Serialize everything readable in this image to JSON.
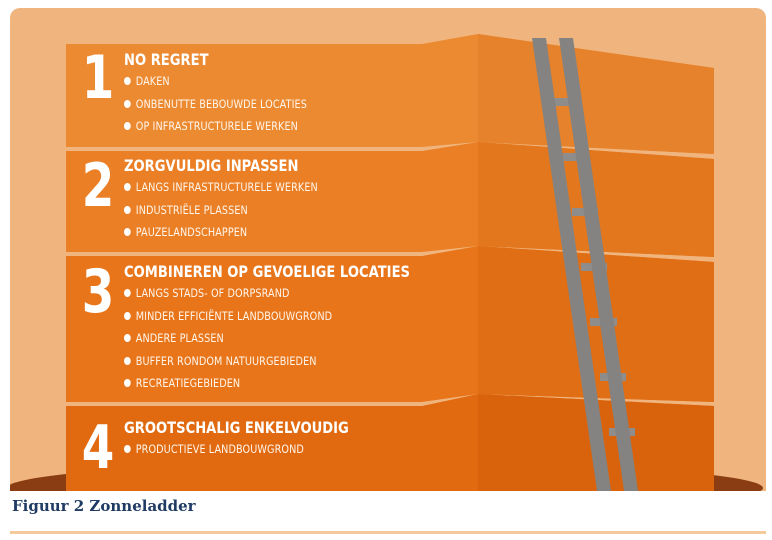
{
  "figure": {
    "caption": "Figuur 2 Zonneladder",
    "colors": {
      "background": "#f0b57e",
      "tier_1": "#ec8a31",
      "tier_2": "#ea7f25",
      "tier_3": "#e8751a",
      "tier_4": "#e16a10",
      "ladder": "#8f8d8b",
      "caption": "#1f3b63"
    },
    "tiers": [
      {
        "number": "1",
        "title": "NO REGRET",
        "items": [
          "DAKEN",
          "ONBENUTTE BEBOUWDE LOCATIES",
          "OP INFRASTRUCTURELE WERKEN"
        ]
      },
      {
        "number": "2",
        "title": "ZORGVULDIG INPASSEN",
        "items": [
          "LANGS INFRASTRUCTURELE WERKEN",
          "INDUSTRIËLE PLASSEN",
          "PAUZELANDSCHAPPEN"
        ]
      },
      {
        "number": "3",
        "title": "COMBINEREN OP GEVOELIGE LOCATIES",
        "items": [
          "LANGS STADS- OF DORPSRAND",
          "MINDER EFFICIËNTE LANDBOUWGROND",
          "ANDERE PLASSEN",
          "BUFFER RONDOM NATUURGEBIEDEN",
          "RECREATIEGEBIEDEN"
        ]
      },
      {
        "number": "4",
        "title": "GROOTSCHALIG ENKELVOUDIG",
        "items": [
          "PRODUCTIEVE LANDBOUWGROND"
        ]
      }
    ]
  }
}
